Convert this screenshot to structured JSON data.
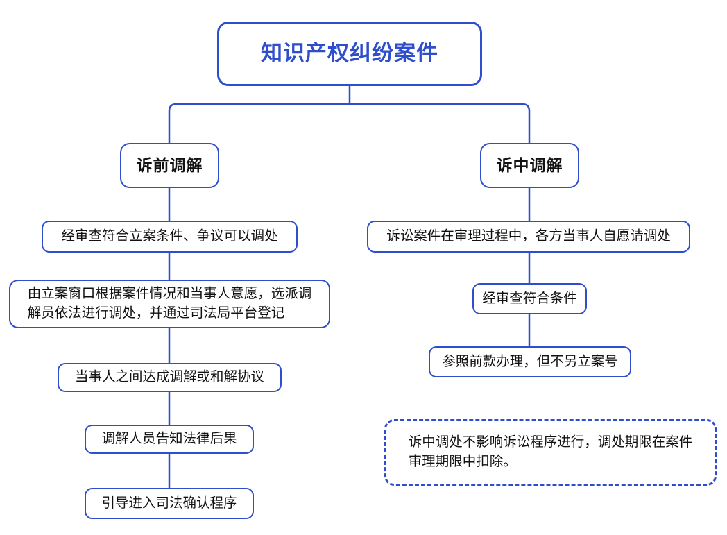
{
  "diagram": {
    "type": "flowchart",
    "title": "知识产权纠纷案件",
    "colors": {
      "border": "#2f4ecb",
      "connector": "#2f4ecb",
      "title_text": "#2f4ecb",
      "body_text": "#111111",
      "background": "#ffffff"
    },
    "root": {
      "label": "知识产权纠纷案件"
    },
    "branches": [
      {
        "id": "pre-litigation",
        "header": "诉前调解",
        "steps": [
          {
            "id": "pre-step-1",
            "label": "经审查符合立案条件、争议可以调处"
          },
          {
            "id": "pre-step-2",
            "label": "由立案窗口根据案件情况和当事人意愿，选派调\n解员依法进行调处，并通过司法局平台登记"
          },
          {
            "id": "pre-step-3",
            "label": "当事人之间达成调解或和解协议"
          },
          {
            "id": "pre-step-4",
            "label": "调解人员告知法律后果"
          },
          {
            "id": "pre-step-5",
            "label": "引导进入司法确认程序"
          }
        ]
      },
      {
        "id": "in-litigation",
        "header": "诉中调解",
        "steps": [
          {
            "id": "in-step-1",
            "label": "诉讼案件在审理过程中，各方当事人自愿请调处"
          },
          {
            "id": "in-step-2",
            "label": "经审查符合条件"
          },
          {
            "id": "in-step-3",
            "label": "参照前款办理，但不另立案号"
          }
        ],
        "note": {
          "id": "in-note",
          "label": "诉中调处不影响诉讼程序进行，调处期限在案件\n审理期限中扣除。"
        }
      }
    ]
  }
}
